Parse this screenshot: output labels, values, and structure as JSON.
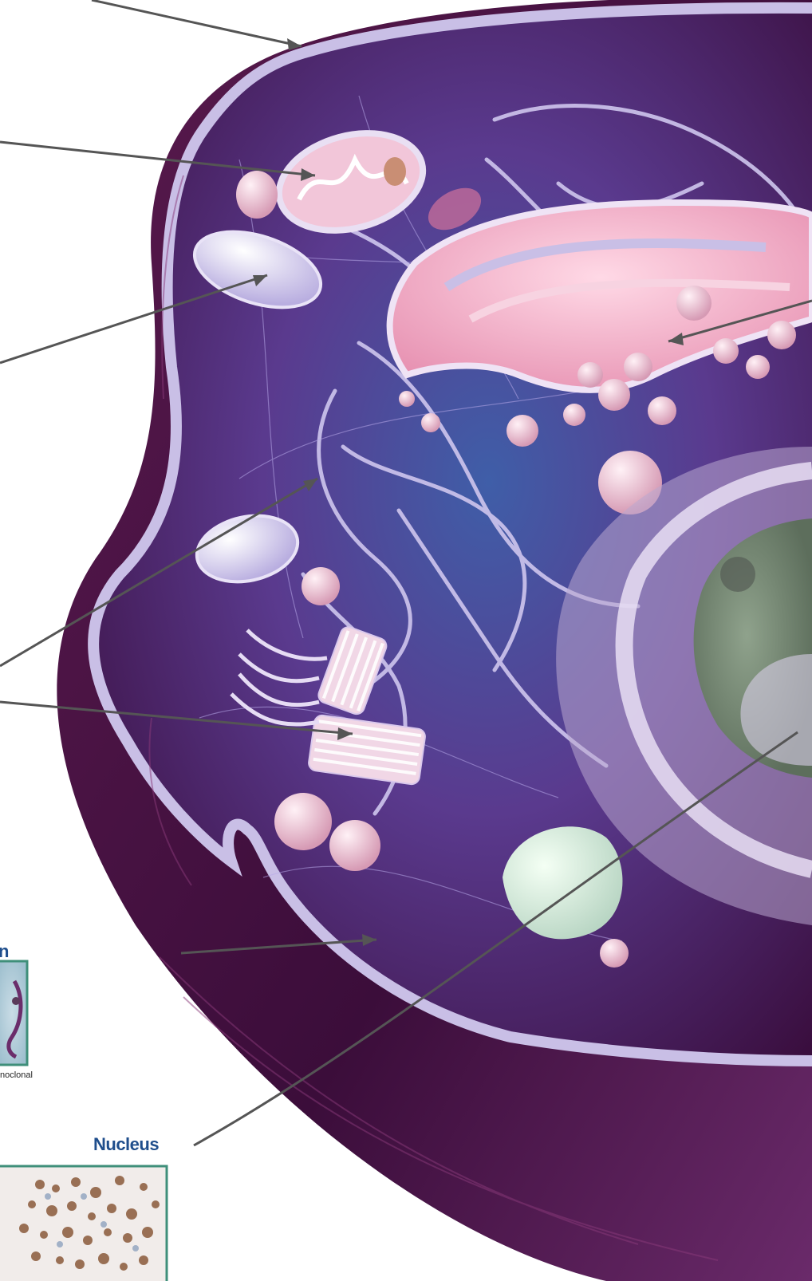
{
  "labels": {
    "cytoskeleton_partial": "n",
    "nucleus": "Nucleus"
  },
  "captions": {
    "monoclonal_partial": "noclonal"
  },
  "colors": {
    "cell_membrane": "#c9bfe6",
    "cytoplasm_dark": "#3a0e3e",
    "cytoplasm_mid": "#5a2a7a",
    "organelle_pink": "#f3b8cf",
    "filament": "#cfc6ee",
    "nucleus_core": "#7f907e",
    "nuclear_envelope": "#d9cfe8",
    "leader_line": "#555555",
    "label_blue": "#1f4e8c",
    "thumb_border": "#3f8f7a"
  },
  "icons": {
    "micrograph_thumbnail_top": "stained-tissue-thumbnail",
    "micrograph_thumbnail_bottom": "stained-nuclei-thumbnail"
  }
}
